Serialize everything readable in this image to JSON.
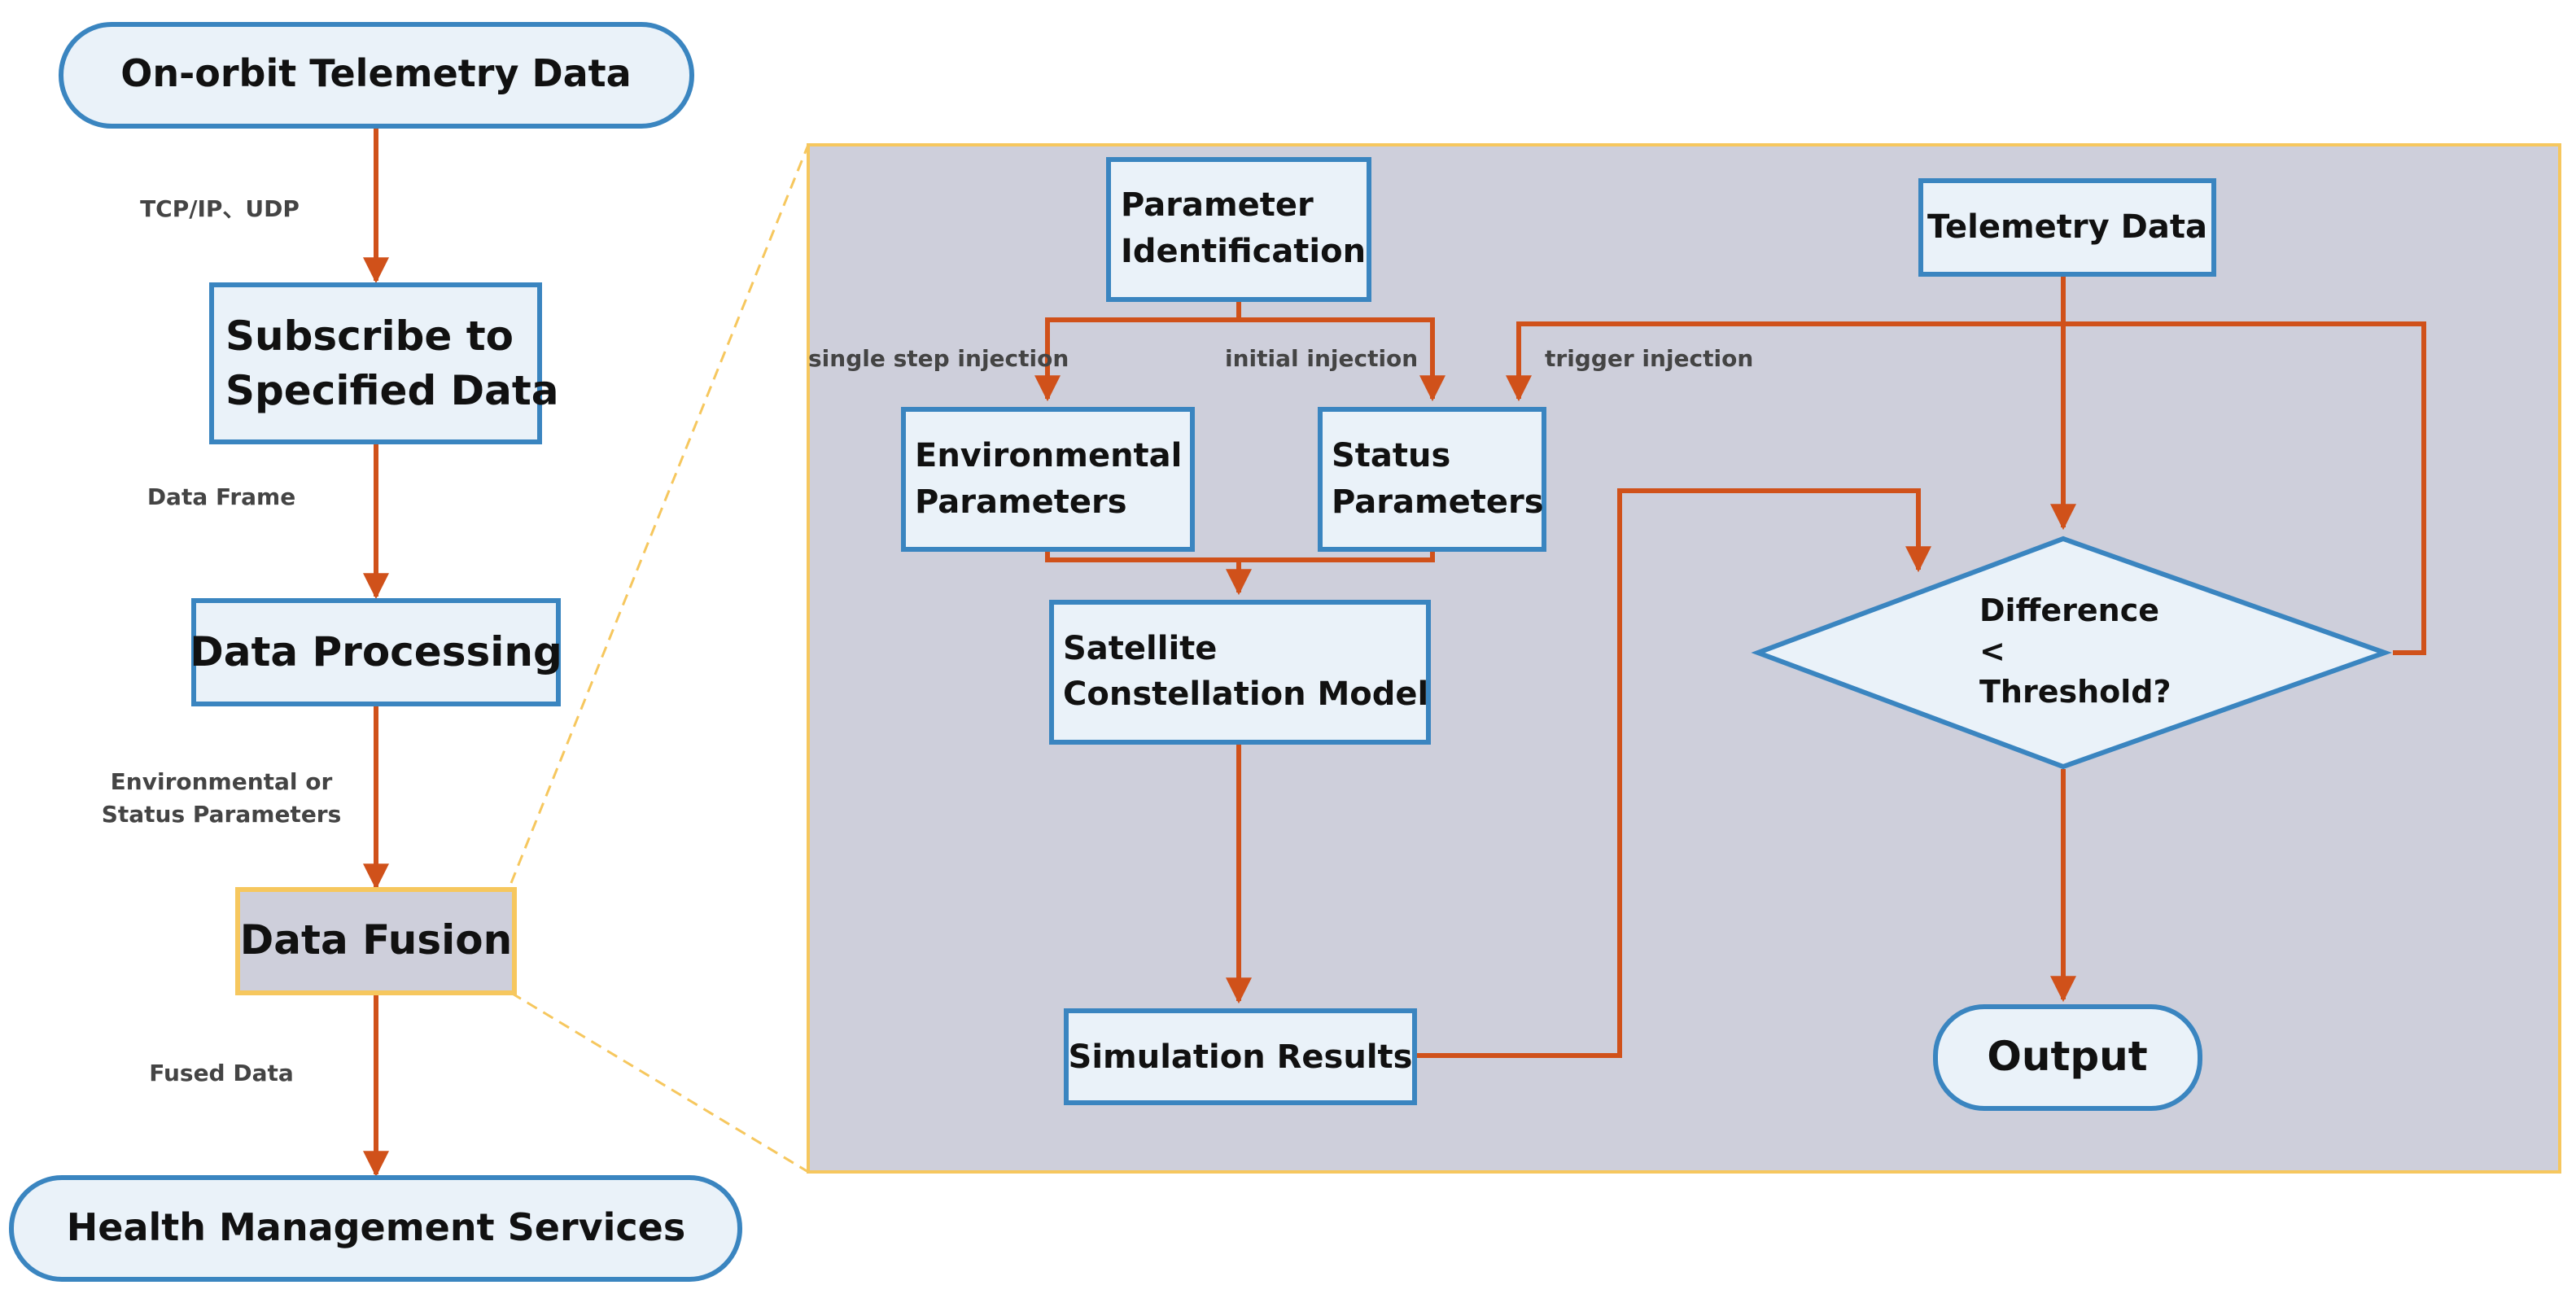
{
  "colors": {
    "node_fill": "#EAF2F9",
    "node_stroke": "#3A85C0",
    "arrow": "#D0511A",
    "panel_fill": "#CECFDB",
    "highlight": "#F6C75E",
    "fusion_fill": "#CECFDB"
  },
  "left_flow": {
    "telemetry_source": "On-orbit Telemetry Data",
    "subscribe_line1": "Subscribe to",
    "subscribe_line2": "Specified Data",
    "processing": "Data Processing",
    "fusion": "Data Fusion",
    "services": "Health Management Services",
    "label_protocol": "TCP/IP、UDP",
    "label_frame": "Data Frame",
    "label_params_line1": "Environmental or",
    "label_params_line2": "Status Parameters",
    "label_fused": "Fused Data"
  },
  "detail_panel": {
    "param_id_line1": "Parameter",
    "param_id_line2": "Identification",
    "env_line1": "Environmental",
    "env_line2": "Parameters",
    "status_line1": "Status",
    "status_line2": "Parameters",
    "model_line1": "Satellite",
    "model_line2": "Constellation Model",
    "sim_results": "Simulation Results",
    "telemetry": "Telemetry Data",
    "diamond_line1": "Difference",
    "diamond_line2": "<",
    "diamond_line3": "Threshold?",
    "output": "Output",
    "label_single": "single step injection",
    "label_initial": "initial injection",
    "label_trigger": "trigger injection"
  }
}
